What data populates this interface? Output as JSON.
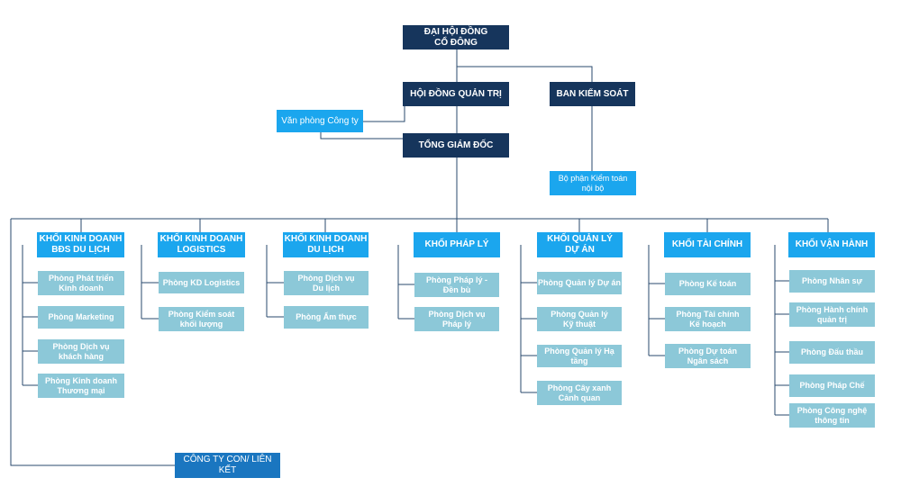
{
  "colors": {
    "dark": "#16355c",
    "bright": "#1ba6ee",
    "mid": "#1a76c0",
    "light": "#8cc8d8",
    "line": "#2a4a6e"
  },
  "top": {
    "shareholders": "ĐẠI HỘI ĐỒNG\nCỔ ĐÔNG",
    "board": "HỘI ĐỒNG QUẢN TRỊ",
    "supervisory": "BAN KIỂM SOÁT",
    "office": "Văn phòng Công ty",
    "ceo": "TỔNG GIÁM ĐỐC",
    "audit": "Bộ phận Kiểm toán\nnội bộ"
  },
  "blocks": [
    {
      "title": "KHỐI KINH DOANH\nBĐS DU LỊCH",
      "items": [
        "Phòng Phát triển\nKinh doanh",
        "Phòng Marketing",
        "Phòng Dịch vụ\nkhách hàng",
        "Phòng Kinh doanh\nThương mại"
      ]
    },
    {
      "title": "KHỐI KINH DOANH\nLOGISTICS",
      "items": [
        "Phòng KD Logistics",
        "Phòng Kiểm soát\nkhối lượng"
      ]
    },
    {
      "title": "KHỐI KINH DOANH\nDU LỊCH",
      "items": [
        "Phòng Dịch vụ\nDu lịch",
        "Phòng Ẩm thực"
      ]
    },
    {
      "title": "KHỐI PHÁP LÝ",
      "items": [
        "Phòng Pháp lý -\nĐền bù",
        "Phòng Dịch vụ\nPháp lý"
      ]
    },
    {
      "title": "KHỐI QUẢN LÝ\nDỰ ÁN",
      "items": [
        "Phòng Quản lý Dự án",
        "Phòng Quản lý\nKỹ thuật",
        "Phòng Quản lý Hạ tầng",
        "Phòng Cây xanh\nCảnh quan"
      ]
    },
    {
      "title": "KHỐI TÀI CHÍNH",
      "items": [
        "Phòng Kế toán",
        "Phòng Tài chính\nKế hoạch",
        "Phòng Dự toán\nNgân sách"
      ]
    },
    {
      "title": "KHỐI VẬN HÀNH",
      "items": [
        "Phòng Nhân sự",
        "Phòng Hành chính\nquản trị",
        "Phòng Đấu thầu",
        "Phòng Pháp Chế",
        "Phòng Công nghệ\nthông tin"
      ]
    }
  ],
  "subsidiary": "CÔNG TY CON/ LIÊN KẾT"
}
